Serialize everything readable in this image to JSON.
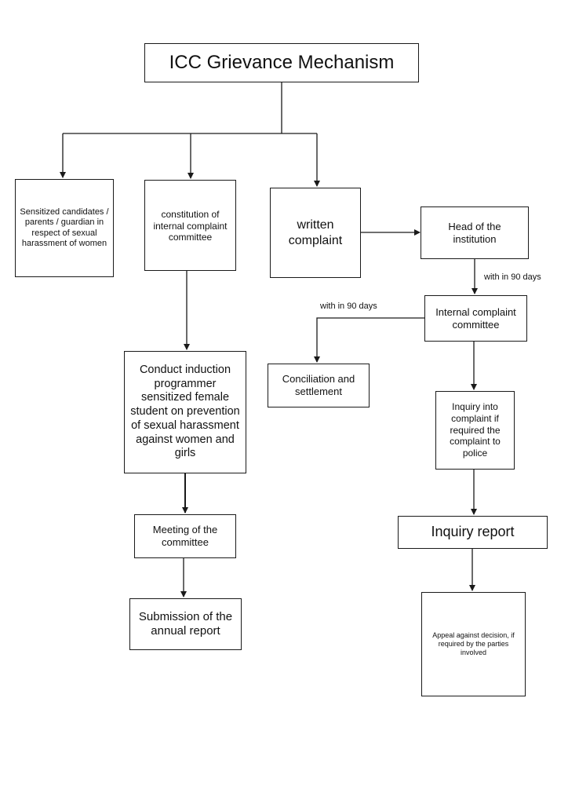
{
  "diagram": {
    "title": "ICC Grievance Mechanism",
    "nodes": {
      "sensitized": "Sensitized candidates / parents / guardian in respect of sexual harassment of women",
      "constitution": "constitution of internal complaint committee",
      "written": "written complaint",
      "head": "Head of the institution",
      "icc": "Internal complaint committee",
      "conciliation": "Conciliation and settlement",
      "induction": "Conduct induction programmer sensitized female student on prevention of sexual harassment against women and girls",
      "inquiry": "Inquiry into complaint if required the complaint to police",
      "meeting": "Meeting of the committee",
      "inquiry_report": "Inquiry report",
      "submission": "Submission of the annual report",
      "appeal": "Appeal against decision, if required by the parties involved"
    },
    "edge_labels": {
      "head_to_icc": "with in 90 days",
      "icc_to_conciliation": "with in 90 days"
    },
    "colors": {
      "line": "#1a1a1a",
      "background": "#ffffff"
    }
  }
}
